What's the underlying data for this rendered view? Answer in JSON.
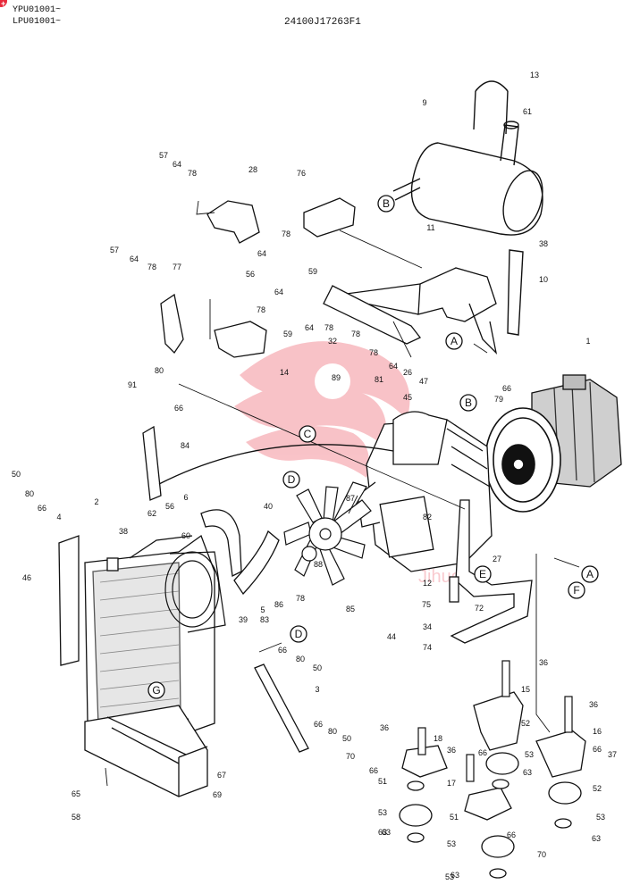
{
  "header": {
    "serial_line_1": "YPU01001~",
    "serial_line_2": "LPU01001~",
    "drawing_number": "24100J17263F1",
    "badge": "+"
  },
  "watermark": {
    "text": "Jihuo"
  },
  "colors": {
    "ink": "#111111",
    "watermark": "#e8283a",
    "paper": "#ffffff"
  },
  "part_callouts": [
    "1",
    "2",
    "3",
    "4",
    "5",
    "6",
    "9",
    "10",
    "11",
    "12",
    "13",
    "14",
    "15",
    "16",
    "17",
    "18",
    "26",
    "27",
    "28",
    "32",
    "34",
    "36",
    "37",
    "38",
    "39",
    "40",
    "44",
    "45",
    "46",
    "47",
    "50",
    "51",
    "52",
    "53",
    "56",
    "57",
    "58",
    "59",
    "60",
    "61",
    "62",
    "63",
    "64",
    "65",
    "66",
    "67",
    "69",
    "70",
    "72",
    "74",
    "75",
    "76",
    "77",
    "78",
    "79",
    "80",
    "81",
    "82",
    "83",
    "84",
    "85",
    "86",
    "87",
    "88",
    "89",
    "91"
  ],
  "reference_markers": [
    "A",
    "B",
    "C",
    "D",
    "E",
    "F",
    "G"
  ]
}
